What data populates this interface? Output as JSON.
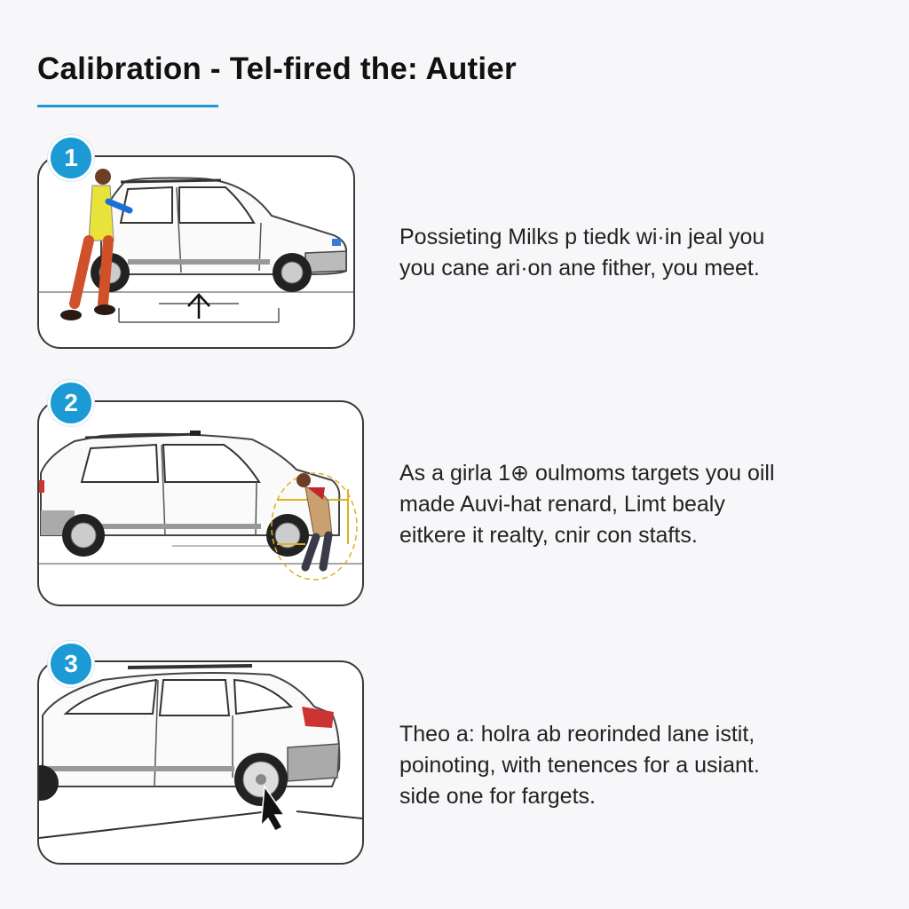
{
  "header": {
    "title": "Calibration - Tel-fired the: Autier",
    "accent_color": "#1b9ad6"
  },
  "steps": [
    {
      "number": "1",
      "illustration": "technician-positioning-front-of-car",
      "lines": [
        "Possieting Milks p tiedk wi·in jeal you",
        "you cane ari·on ane fither, you meet."
      ]
    },
    {
      "number": "2",
      "illustration": "technician-aligning-target-at-rear-wheel",
      "lines": [
        "As a girla 1⊕ oulmoms targets you oill",
        "made Auvi-hat renard, Limt bealy",
        "eitkere it realty, cnir con stafts."
      ]
    },
    {
      "number": "3",
      "illustration": "suv-with-cursor-on-rear-wheel",
      "lines": [
        "Theo a: holra ab reorinded lane istit,",
        "poinoting, with tenences for a usiant.",
        "side one for fargets."
      ]
    }
  ]
}
